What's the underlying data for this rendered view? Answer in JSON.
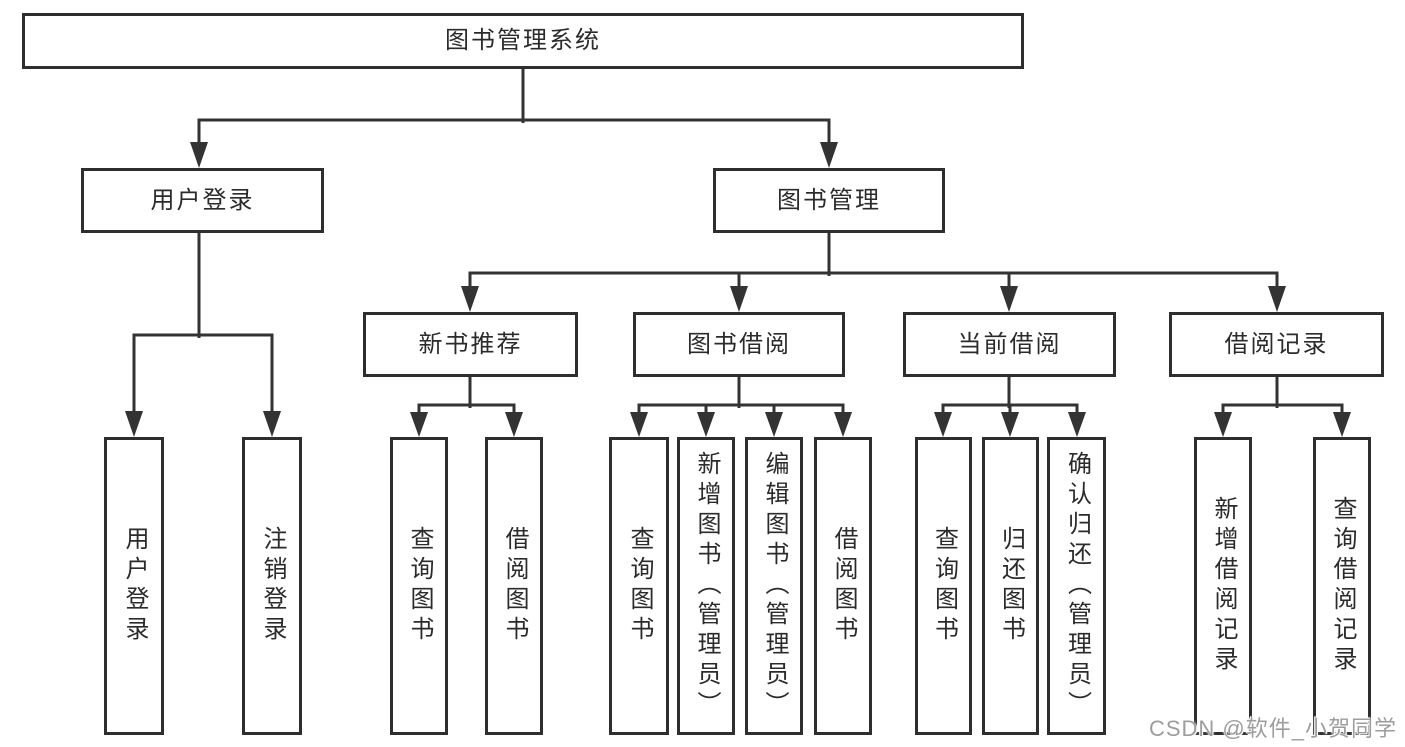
{
  "tree": {
    "label": "图书管理系统",
    "children": [
      {
        "label": "用户登录",
        "children": [
          {
            "label": "用户登录"
          },
          {
            "label": "注销登录"
          }
        ]
      },
      {
        "label": "图书管理",
        "children": [
          {
            "label": "新书推荐",
            "children": [
              {
                "label": "查询图书"
              },
              {
                "label": "借阅图书"
              }
            ]
          },
          {
            "label": "图书借阅",
            "children": [
              {
                "label": "查询图书"
              },
              {
                "label": "新增图书（管理员）"
              },
              {
                "label": "编辑图书（管理员）"
              },
              {
                "label": "借阅图书"
              }
            ]
          },
          {
            "label": "当前借阅",
            "children": [
              {
                "label": "查询图书"
              },
              {
                "label": "归还图书"
              },
              {
                "label": "确认归还（管理员）"
              }
            ]
          },
          {
            "label": "借阅记录",
            "children": [
              {
                "label": "新增借阅记录"
              },
              {
                "label": "查询借阅记录"
              }
            ]
          }
        ]
      }
    ]
  },
  "watermark": {
    "text": "CSDN @软件_小贺同学"
  },
  "colors": {
    "background": "#ffffff",
    "box_border": "#2e2e2e",
    "connector": "#333333",
    "text": "#2b2b2b",
    "watermark_text": "#9d9d9d"
  }
}
